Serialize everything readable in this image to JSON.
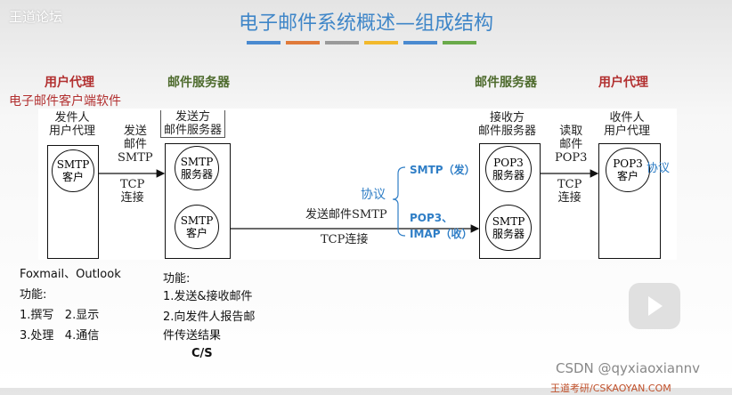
{
  "watermark": {
    "logo": "王道论坛",
    "csdn": "CSDN @qyxiaoxiannv",
    "bottom": "王道考研/CSKAOYAN.COM"
  },
  "title": "电子邮件系统概述—组成结构",
  "bar_colors": [
    "#4a8ad0",
    "#e07a3a",
    "#9a9a9a",
    "#f2b92c",
    "#4a8ad0",
    "#6aaa4a"
  ],
  "headers": {
    "ua_left": "用户代理",
    "ua_left_sub": "电子邮件客户端软件",
    "server_left": "邮件服务器",
    "server_right": "邮件服务器",
    "ua_right": "用户代理"
  },
  "diagram": {
    "sender_ua": "发件人\n用户代理",
    "smtp_client": "SMTP\n客户",
    "send_label": "发送\n邮件\nSMTP",
    "tcp1": "TCP\n连接",
    "sender_server": "发送方\n邮件服务器",
    "smtp_server": "SMTP\n服务器",
    "smtp_client2": "SMTP\n客户",
    "mid_label": "发送邮件SMTP",
    "mid_tcp": "TCP连接",
    "protocol": "协议",
    "smtp_send": "SMTP（发）",
    "pop_recv1": "POP3、",
    "pop_recv2": "IMAP（收）",
    "receiver_server": "接收方\n邮件服务器",
    "pop3_server": "POP3\n服务器",
    "smtp_server2": "SMTP\n服务器",
    "read_label": "读取\n邮件\nPOP3",
    "tcp2": "TCP\n连接",
    "receiver_ua": "收件人\n用户代理",
    "pop3_client": "POP3\n客户",
    "protocol2": "协议"
  },
  "notes_left": {
    "apps": "Foxmail、Outlook",
    "func": "功能:",
    "line1": "1.撰写   2.显示",
    "line2": "3.处理   4.通信"
  },
  "notes_mid": {
    "func": "功能:",
    "line1": "1.发送&接收邮件",
    "line2": "2.向发件人报告邮",
    "line3": "件传送结果",
    "cs": "C/S"
  }
}
